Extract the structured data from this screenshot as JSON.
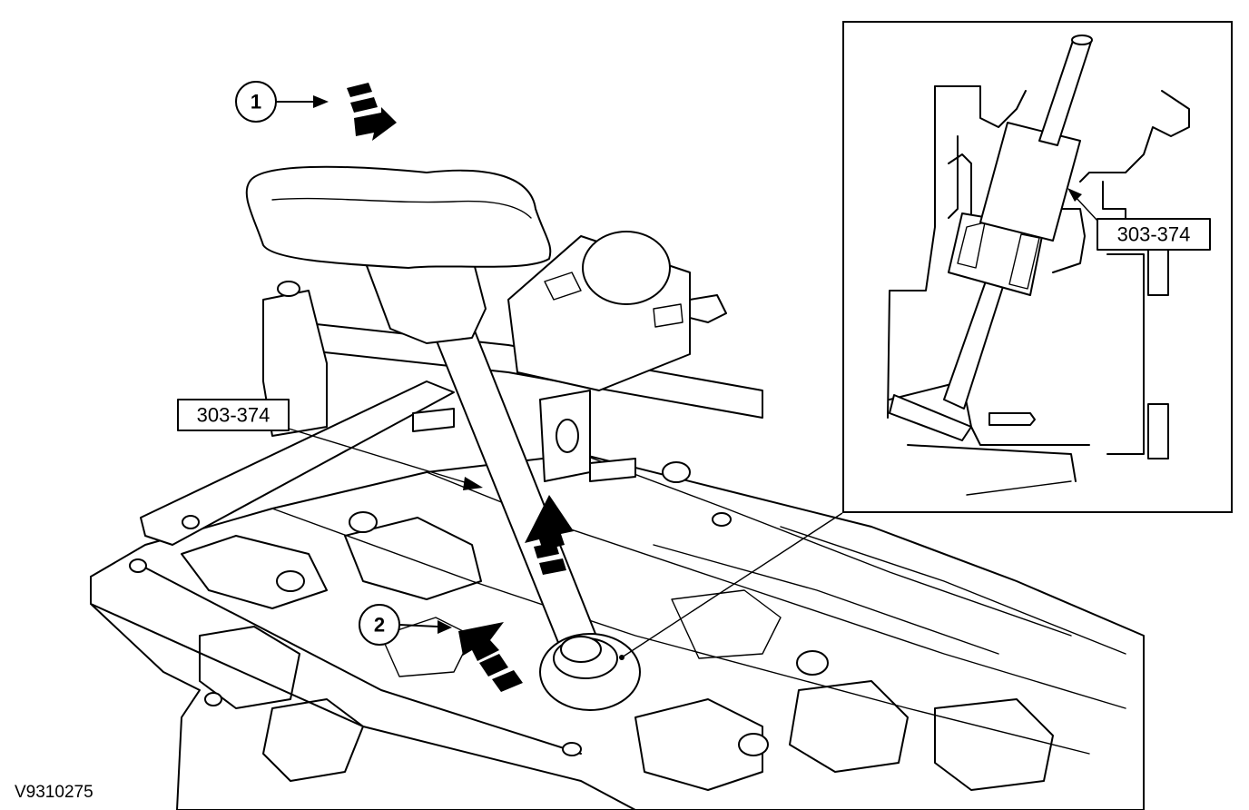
{
  "figure": {
    "id_label": "V9310275"
  },
  "callouts": [
    {
      "number": "1"
    },
    {
      "number": "2"
    }
  ],
  "tool_labels": {
    "main": "303-374",
    "inset": "303-374"
  },
  "colors": {
    "ink": "#000000",
    "paper": "#ffffff"
  }
}
